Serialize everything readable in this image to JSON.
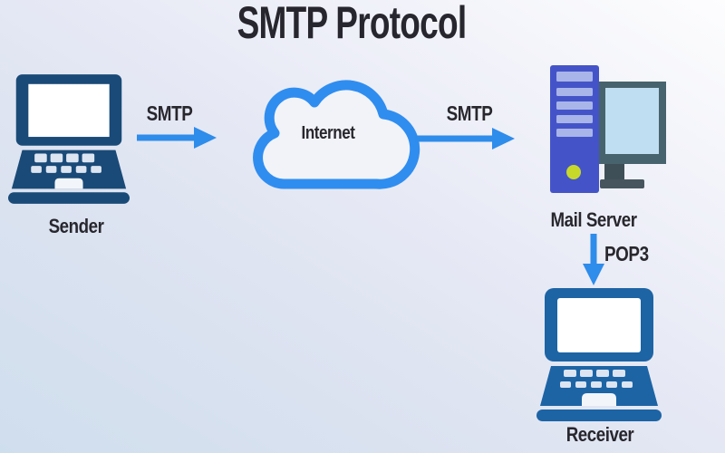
{
  "title": "SMTP Protocol",
  "nodes": {
    "sender": {
      "label": "Sender",
      "icon": "laptop-icon"
    },
    "internet": {
      "label": "Internet",
      "icon": "cloud-icon"
    },
    "mail_server": {
      "label": "Mail Server",
      "icon": "server-with-monitor-icon"
    },
    "receiver": {
      "label": "Receiver",
      "icon": "laptop-icon"
    }
  },
  "edges": [
    {
      "from": "sender",
      "to": "internet",
      "label": "SMTP",
      "direction": "right"
    },
    {
      "from": "internet",
      "to": "mail_server",
      "label": "SMTP",
      "direction": "right"
    },
    {
      "from": "mail_server",
      "to": "receiver",
      "label": "POP3",
      "direction": "down"
    }
  ],
  "colors": {
    "background_start": "#cfdeed",
    "background_end": "#fdfdfe",
    "title_text": "#27262e",
    "label_text": "#28272e",
    "arrow_blue": "#2e8ceb",
    "cloud_stroke": "#2f8df0",
    "cloud_fill": "#f1f3f8",
    "sender_laptop": "#1a4a77",
    "receiver_laptop": "#1d64a5",
    "server_tower": "#4454c8",
    "server_slats": "#a9b5e9",
    "server_led": "#c8d82b",
    "monitor_frame": "#47636d",
    "monitor_screen": "#bfdef1",
    "monitor_stand": "#3f4f57"
  }
}
